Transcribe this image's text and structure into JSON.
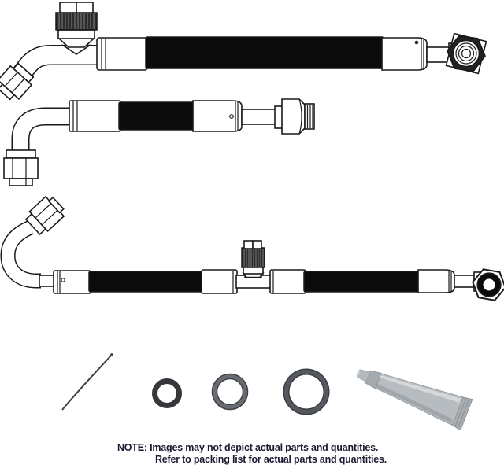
{
  "note": {
    "label": "NOTE:",
    "line1": "Images may not depict actual parts and quantities.",
    "line2": "Refer to packing list for actual parts and quantities."
  },
  "parts": {
    "hose_top": "ac-hose-assembly-1: 45-degree female fitting, charge port valve, pad-style flange fitting",
    "hose_middle": "ac-hose-assembly-2: 90-degree female fitting, male o-ring fitting",
    "hose_bottom": "ac-hose-assembly-3: 180-degree female fitting, inline charge port valve, pad-style flange fitting",
    "wand": "oil-applicator-wand",
    "o_ring_small": "o-ring-small",
    "o_ring_medium": "o-ring-medium",
    "o_ring_large": "o-ring-large",
    "oil_tube": "lubricant-tube"
  },
  "colors": {
    "background": "#ffffff",
    "ink": "#1a1a1a",
    "hose_black": "#0b0b0b",
    "knurl": "#2d2d2d",
    "note_text": "#1a1a33",
    "oring_small": "#35373b",
    "oring_medium_edge": "#3f4246",
    "oring_medium_body": "#696d71",
    "oring_large_edge": "#3b3e42",
    "oring_large_body": "#55595d",
    "wand": "#3f4245",
    "tube_body": "#b7bcc0",
    "tube_highlight": "#d8dbdd",
    "tube_shadow": "#8f9498"
  }
}
